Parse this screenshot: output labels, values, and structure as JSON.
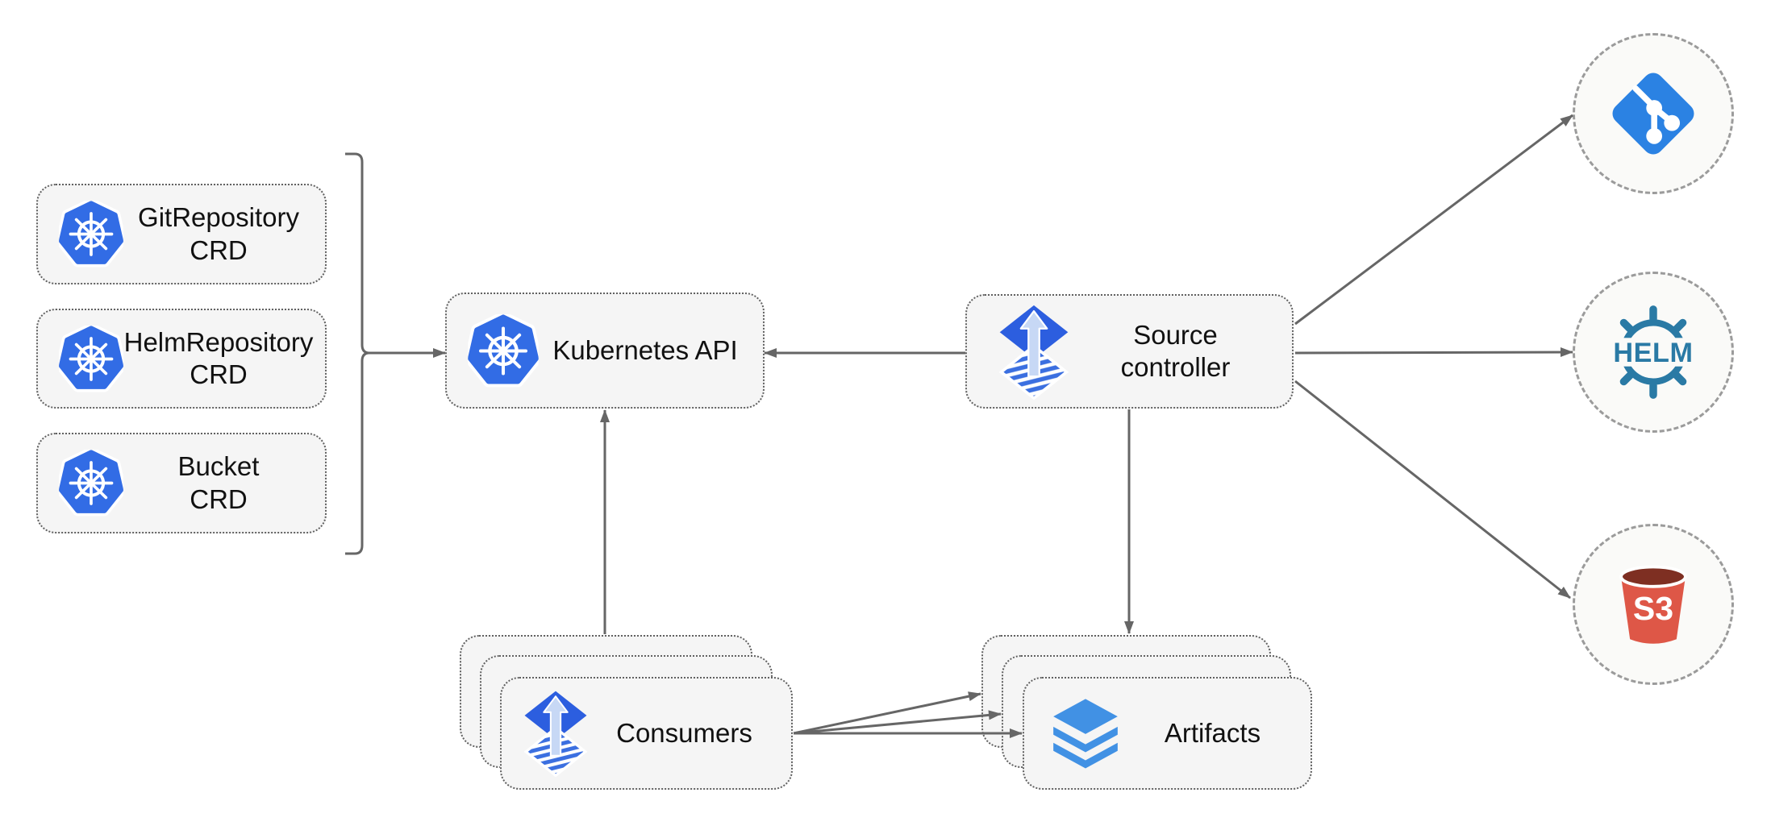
{
  "nodes": {
    "crds": [
      {
        "line1": "GitRepository",
        "line2": "CRD"
      },
      {
        "line1": "HelmRepository",
        "line2": "CRD"
      },
      {
        "line1": "Bucket",
        "line2": "CRD"
      }
    ],
    "kubernetes_api": {
      "label": "Kubernetes API"
    },
    "source_controller": {
      "line1": "Source",
      "line2": "controller"
    },
    "consumers": {
      "label": "Consumers"
    },
    "artifacts": {
      "label": "Artifacts"
    },
    "helm": {
      "label": "HELM"
    },
    "s3": {
      "label": "S3"
    }
  },
  "icons": [
    "kubernetes-icon",
    "flux-icon",
    "git-icon",
    "helm-icon",
    "s3-bucket-icon",
    "layers-icon"
  ],
  "connections": [
    {
      "from": "crd-bracket",
      "to": "kubernetes-api"
    },
    {
      "from": "source-controller",
      "to": "kubernetes-api"
    },
    {
      "from": "consumers",
      "to": "kubernetes-api"
    },
    {
      "from": "source-controller",
      "to": "artifacts"
    },
    {
      "from": "source-controller",
      "to": "git"
    },
    {
      "from": "source-controller",
      "to": "helm"
    },
    {
      "from": "source-controller",
      "to": "s3"
    },
    {
      "from": "consumers",
      "to": "artifacts-back"
    },
    {
      "from": "consumers",
      "to": "artifacts-middle"
    },
    {
      "from": "consumers",
      "to": "artifacts-front"
    }
  ],
  "colors": {
    "canvas_bg": "#ffffff",
    "node_fill": "#f5f5f5",
    "node_border": "#616161",
    "circle_fill": "#fafaf8",
    "circle_border": "#9b9b9b",
    "connector": "#666666",
    "text": "#111111",
    "kubernetes_blue": "#326ce5",
    "flux_blue": "#2c5edf",
    "flux_arrow_light": "#c7d8f5",
    "git_blue": "#2b82e3",
    "layers_blue": "#4191e4",
    "helm_teal": "#2a7aa5",
    "s3_red": "#de5747",
    "s3_dark_opening": "#7e2f22"
  }
}
